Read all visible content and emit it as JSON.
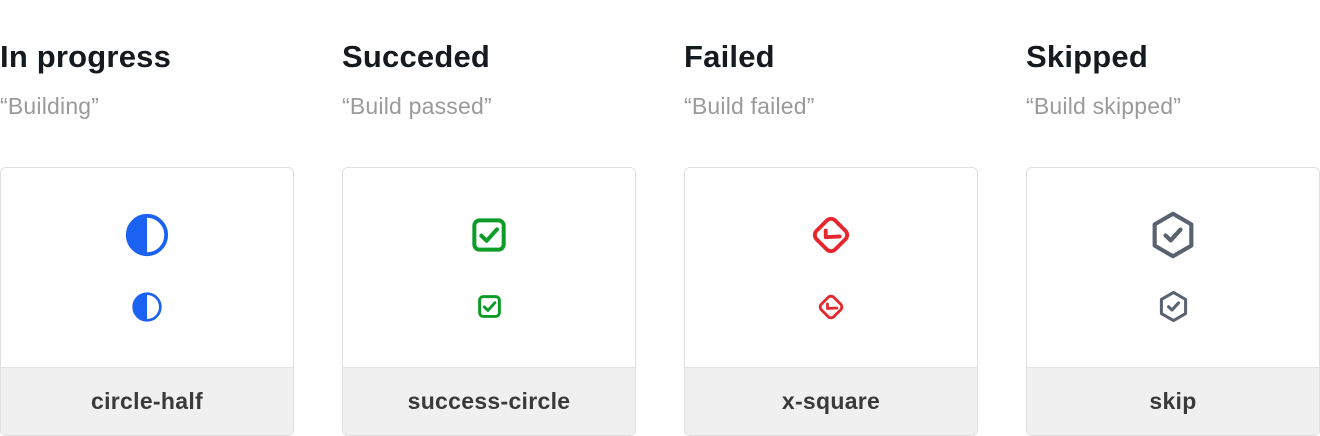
{
  "page": {
    "background_color": "#ffffff",
    "card_border_color": "#e0e0e0",
    "card_footer_background": "#f0f0f0",
    "title_color": "#16191d",
    "subtitle_color": "#9a9a9a",
    "footer_label_color": "#3a3a3a"
  },
  "columns": [
    {
      "title": "In progress",
      "subtitle": "“Building”",
      "icon": "circle-half-icon",
      "icon_color": "#1b62f2",
      "label": "circle-half"
    },
    {
      "title": "Succeded",
      "subtitle": "“Build passed”",
      "icon": "check-square-icon",
      "icon_color": "#0c9c27",
      "label": "success-circle"
    },
    {
      "title": "Failed",
      "subtitle": "“Build failed”",
      "icon": "check-diamond-icon",
      "icon_color": "#e6282e",
      "label": "x-square"
    },
    {
      "title": "Skipped",
      "subtitle": "“Build skipped”",
      "icon": "check-hexagon-icon",
      "icon_color": "#5a6170",
      "label": "skip"
    }
  ]
}
